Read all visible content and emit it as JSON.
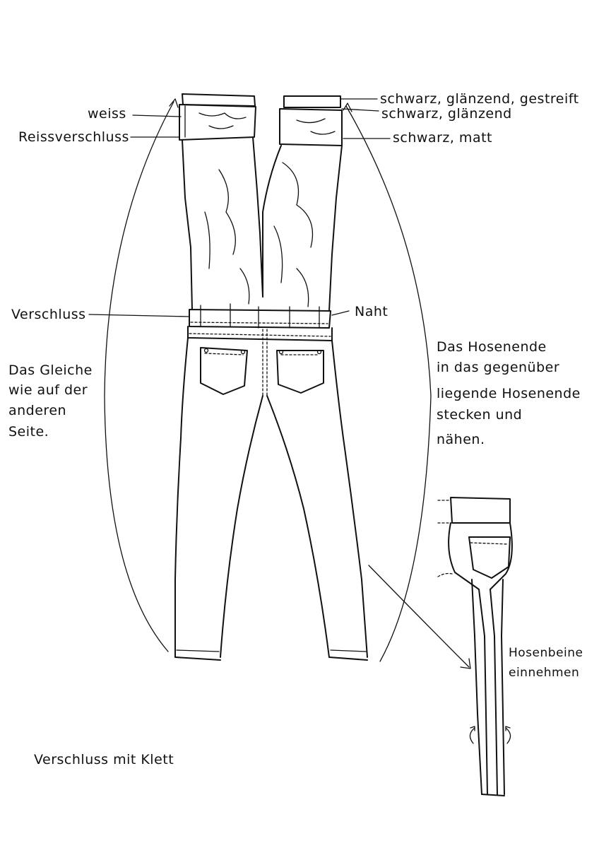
{
  "labels": {
    "weiss": "weiss",
    "reissverschluss": "Reissverschluss",
    "schwarz_glaenzend_gestreift": "schwarz, glänzend, gestreift",
    "schwarz_glaenzend": "schwarz, glänzend",
    "schwarz_matt": "schwarz, matt",
    "verschluss": "Verschluss",
    "naht": "Naht",
    "gleiche": [
      "Das Gleiche",
      "wie auf der",
      "anderen",
      "Seite."
    ],
    "hosenende": [
      "Das Hosenende",
      "in das gegenüber",
      "liegende Hosenende",
      "stecken und",
      "nähen."
    ],
    "hosenbeine": [
      "Hosenbeine",
      "einnehmen"
    ],
    "verschluss_klett": "Verschluss mit Klett"
  }
}
